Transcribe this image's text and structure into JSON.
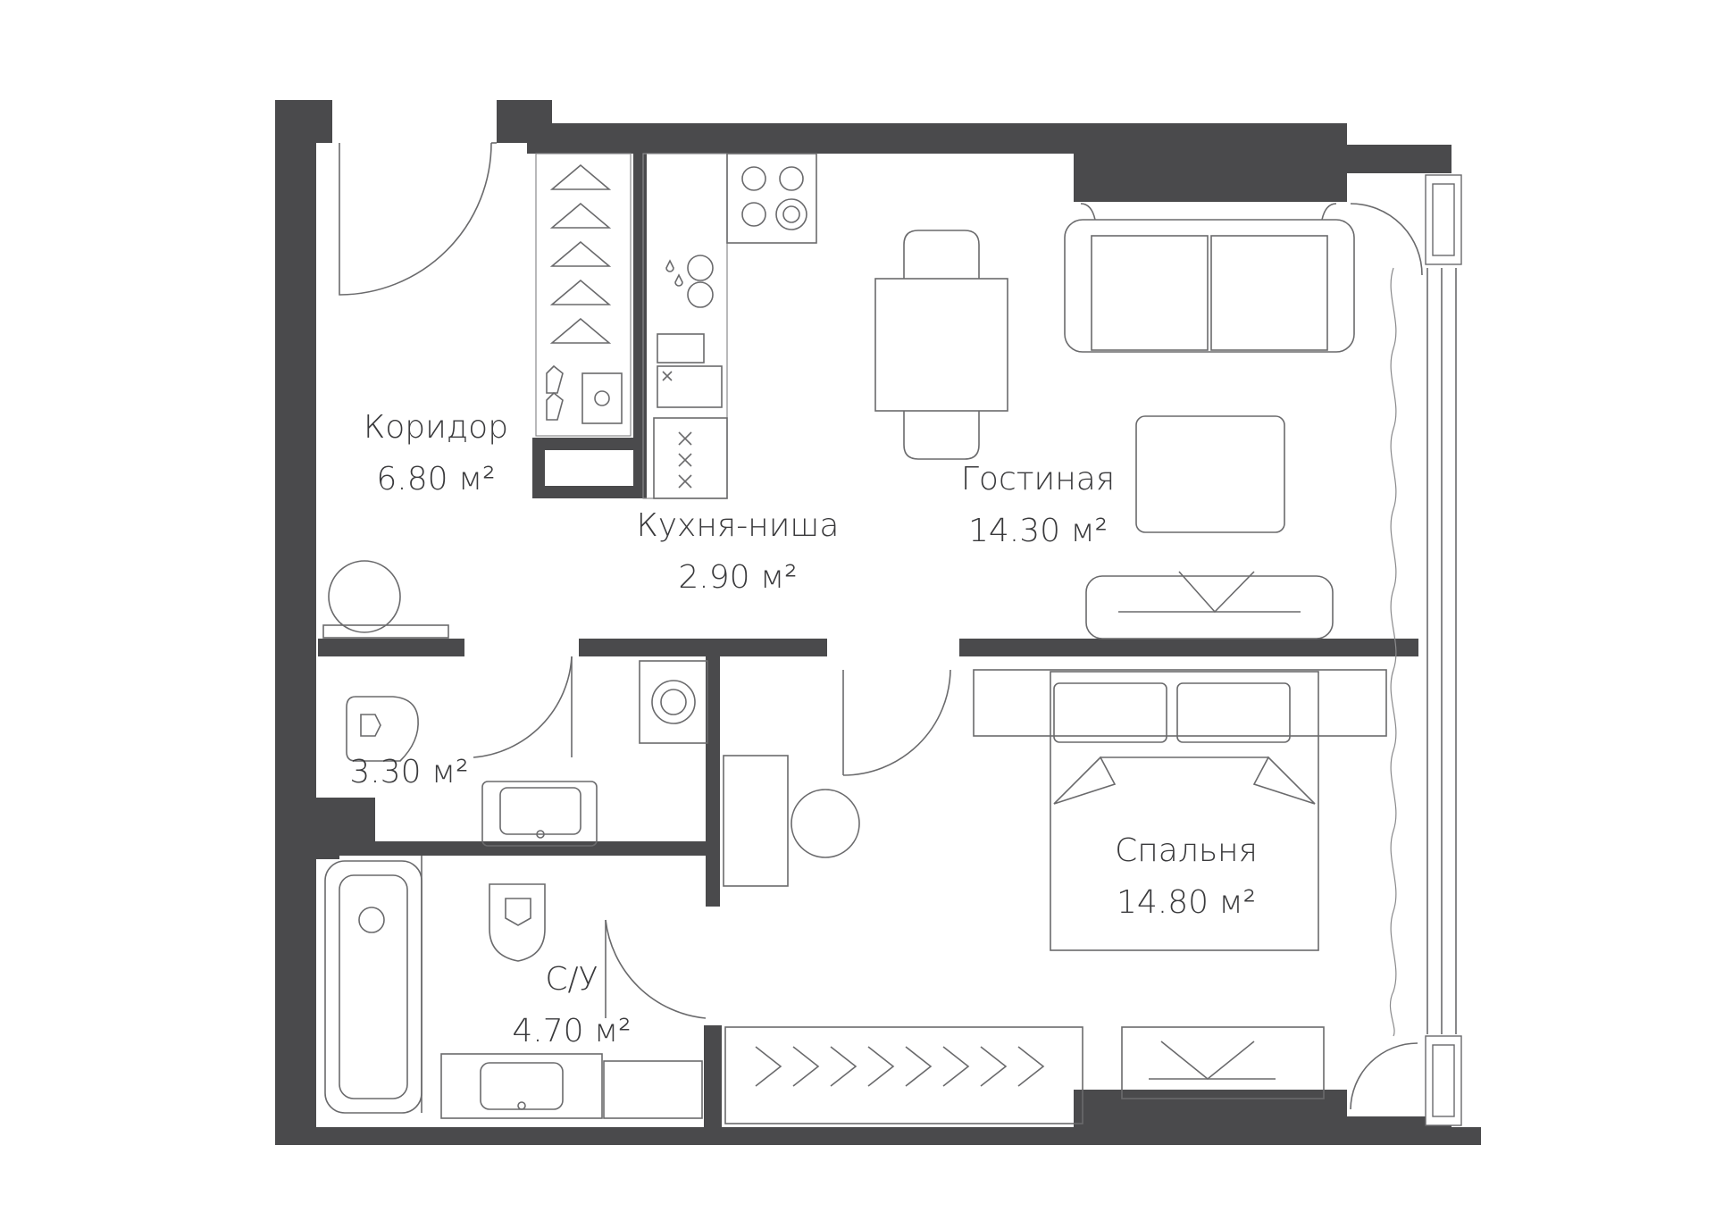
{
  "rooms": [
    {
      "id": "corridor",
      "name": "Коридор",
      "area": "6.80 м²"
    },
    {
      "id": "kitchen",
      "name": "Кухня-ниша",
      "area": "2.90 м²"
    },
    {
      "id": "living",
      "name": "Гостиная",
      "area": "14.30 м²"
    },
    {
      "id": "wc",
      "name": "",
      "area": "3.30 м²"
    },
    {
      "id": "bathroom",
      "name": "С/У",
      "area": "4.70 м²"
    },
    {
      "id": "bedroom",
      "name": "Спальня",
      "area": "14.80 м²"
    }
  ],
  "colors": {
    "wall": "#4a4a4c",
    "line": "#6a6a6c",
    "text": "#3a3a3c"
  }
}
